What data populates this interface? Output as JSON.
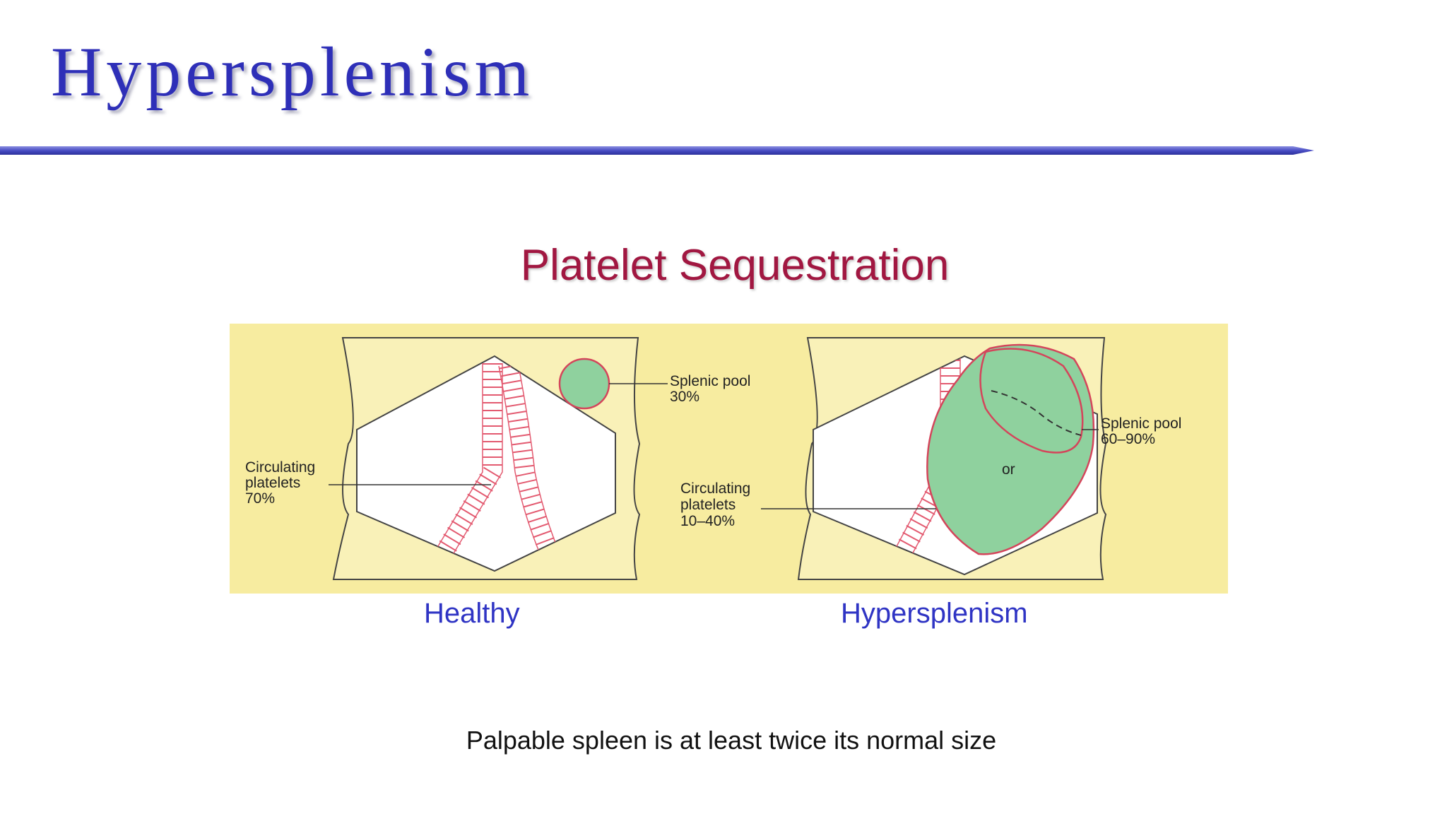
{
  "slide": {
    "title": "Hypersplenism",
    "rule_color": "#4a4ec4"
  },
  "figure": {
    "title": "Platelet Sequestration",
    "panel_background": "#f7eca0",
    "healthy": {
      "caption": "Healthy",
      "splenic_pool_label": [
        "Splenic pool",
        "30%"
      ],
      "circulating_label": [
        "Circulating",
        "platelets",
        "70%"
      ]
    },
    "hypersplenism": {
      "caption": "Hypersplenism",
      "splenic_pool_label": [
        "Splenic pool",
        "60–90%"
      ],
      "circulating_label": [
        "Circulating",
        "platelets",
        "10–40%"
      ],
      "or_label": "or"
    },
    "colors": {
      "spleen_fill": "#8fd19e",
      "outline_red": "#d4455b",
      "vessel_red": "#e35a70"
    }
  },
  "footnote": "Palpable spleen is at least twice its normal size"
}
